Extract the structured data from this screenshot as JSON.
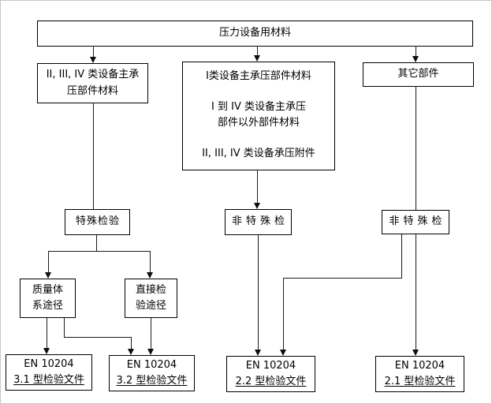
{
  "colors": {
    "background": "#ffffff",
    "box_border": "#000000",
    "line": "#1c1c1c",
    "text": "#000000"
  },
  "nodes": {
    "root": {
      "label": "压力设备用材料"
    },
    "left_source": {
      "lines": [
        "II, III, IV 类设备主承",
        "压部件材料"
      ]
    },
    "mid_source": {
      "para1": "I类设备主承压部件材料",
      "para2a": "I 到 IV 类设备主承压",
      "para2b": "部件以外部件材料",
      "para3": "II, III, IV 类设备承压附件"
    },
    "right_source": {
      "label": "其它部件"
    },
    "special": {
      "label": "特殊检验"
    },
    "nonspecial_mid": {
      "label": "非特殊检"
    },
    "nonspecial_right": {
      "label": "非特殊检"
    },
    "quality": {
      "lines": [
        "质量体",
        "系途径"
      ]
    },
    "direct": {
      "lines": [
        "直接检",
        "验途径"
      ]
    },
    "en31": {
      "line1": "EN 10204",
      "line2": "3.1 型检验文件"
    },
    "en32": {
      "line1": "EN 10204",
      "line2": "3.2 型检验文件"
    },
    "en22": {
      "line1": "EN 10204",
      "line2": "2.2 型检验文件"
    },
    "en21": {
      "line1": "EN 10204",
      "line2": "2.1 型检验文件"
    }
  }
}
